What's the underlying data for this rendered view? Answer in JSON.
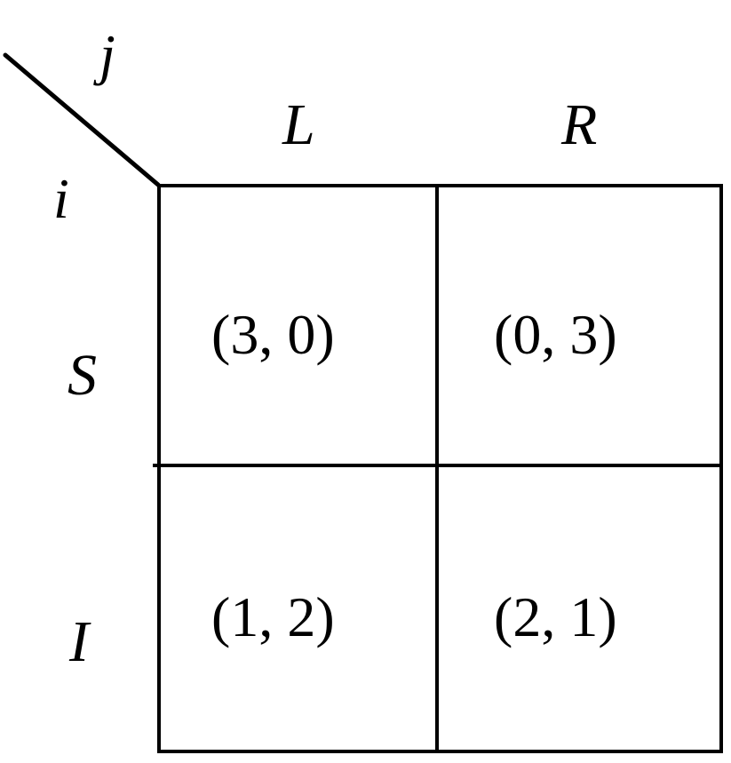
{
  "players": {
    "column_player": "j",
    "row_player": "i"
  },
  "columns": [
    {
      "label": "L"
    },
    {
      "label": "R"
    }
  ],
  "rows": [
    {
      "label": "S",
      "payoffs": [
        "(3, 0)",
        "(0, 3)"
      ]
    },
    {
      "label": "I",
      "payoffs": [
        "(1, 2)",
        "(2, 1)"
      ]
    }
  ],
  "colors": {
    "ink": "#000000",
    "background": "#ffffff"
  }
}
